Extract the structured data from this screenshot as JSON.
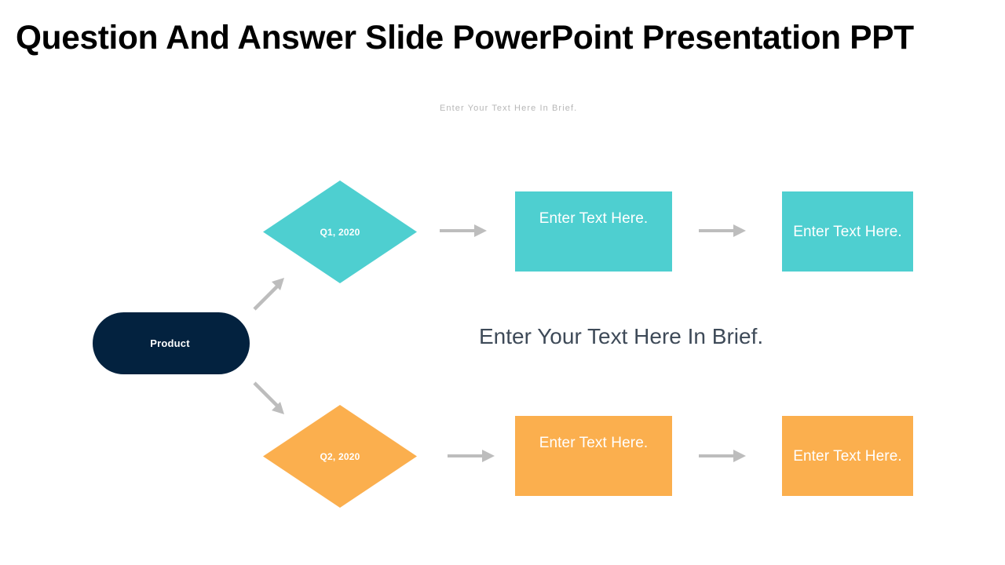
{
  "slide": {
    "title": "Question And Answer Slide PowerPoint Presentation PPT",
    "caption_top": "Enter Your Text Here In Brief.",
    "center_headline": "Enter Your Text Here In Brief.",
    "background_color": "#ffffff"
  },
  "colors": {
    "teal": "#4ECFD0",
    "orange": "#FBAF4E",
    "navy": "#03223F",
    "arrow_gray": "#BDBDBD",
    "caption_gray": "#B7B7B7",
    "headline_slate": "#3E4A58",
    "title_black": "#000000",
    "label_white": "#FFFFFF"
  },
  "nodes": {
    "product": {
      "label": "Product",
      "shape": "rounded-pill",
      "color": "#03223F"
    },
    "diamonds": [
      {
        "label": "Q1, 2020",
        "shape": "diamond",
        "color": "#4ECFD0"
      },
      {
        "label": "Q2, 2020",
        "shape": "diamond",
        "color": "#FBAF4E"
      }
    ]
  },
  "branches": [
    {
      "name": "q1-branch",
      "color": "#4ECFD0",
      "boxes": [
        {
          "label": "Enter Text Here.",
          "align": "top"
        },
        {
          "label": "Enter Text Here.",
          "align": "middle"
        }
      ]
    },
    {
      "name": "q2-branch",
      "color": "#FBAF4E",
      "boxes": [
        {
          "label": "Enter Text Here.",
          "align": "top"
        },
        {
          "label": "Enter Text Here.",
          "align": "middle"
        }
      ]
    }
  ],
  "arrows": [
    {
      "name": "product-to-q1",
      "direction": "diagonal-up-right"
    },
    {
      "name": "product-to-q2",
      "direction": "diagonal-down-right"
    },
    {
      "name": "q1-to-box1",
      "direction": "right"
    },
    {
      "name": "box1-to-box2-teal",
      "direction": "right"
    },
    {
      "name": "q2-to-box1",
      "direction": "right"
    },
    {
      "name": "box1-to-box2-orange",
      "direction": "right"
    }
  ]
}
